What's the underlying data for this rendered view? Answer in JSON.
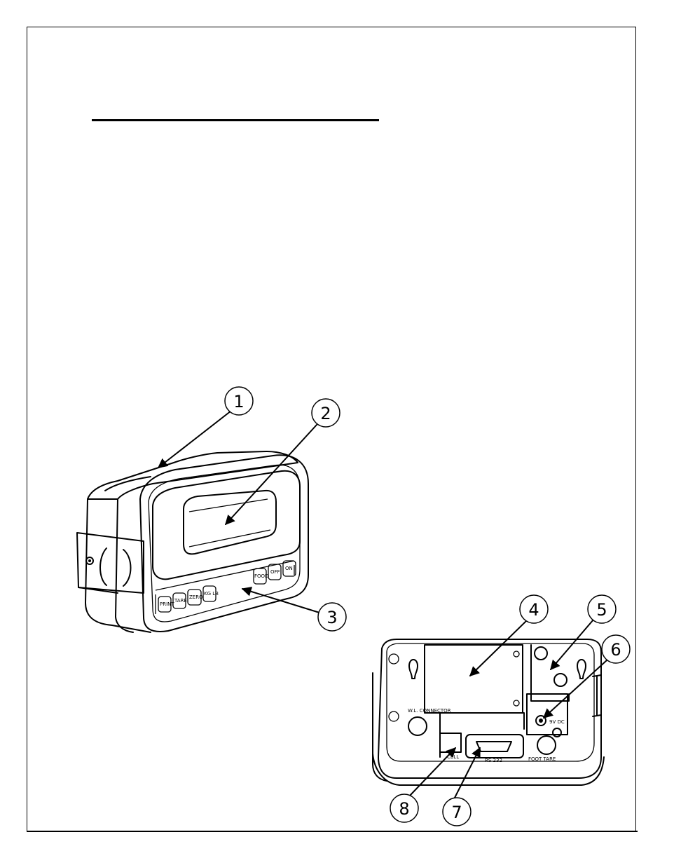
{
  "front_panel": {
    "buttons": [
      "PRINT",
      "TARE",
      "ZERO",
      "KG LB",
      "FOOD",
      "OFF",
      "ON"
    ]
  },
  "rear_panel": {
    "labels": {
      "wl_connector": "W.L. CONNECTOR",
      "dc_input": "9V DC",
      "load_cell": "CELL",
      "serial": "RS 232",
      "foot_tare": "FOOT TARE"
    }
  },
  "callouts": [
    "1",
    "2",
    "3",
    "4",
    "5",
    "6",
    "7",
    "8"
  ],
  "colors": {
    "ink": "#000000",
    "paper": "#ffffff"
  }
}
